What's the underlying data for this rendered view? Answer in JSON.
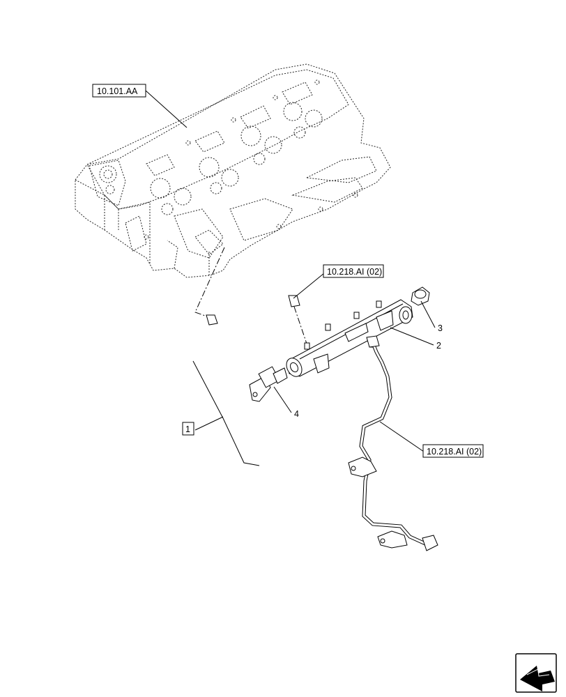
{
  "refs": {
    "cylinder_head": "10.101.AA",
    "pipe_upper": "10.218.AI (02)",
    "pipe_lower": "10.218.AI (02)"
  },
  "callouts": {
    "item1": "1",
    "item2": "2",
    "item3": "3",
    "item4": "4"
  }
}
